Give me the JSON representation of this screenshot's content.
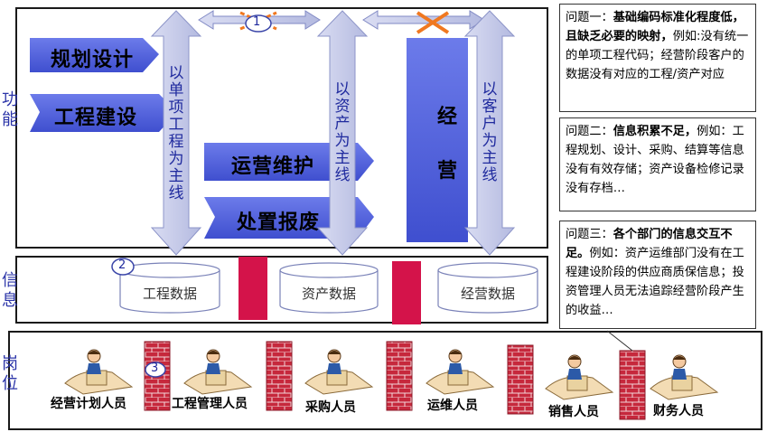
{
  "sections": {
    "function": {
      "label": "功能"
    },
    "info": {
      "label": "信息"
    },
    "post": {
      "label": "岗位"
    }
  },
  "function_bars": {
    "plan": "规划设计",
    "build": "工程建设",
    "ops": "运营维护",
    "dispose": "处置报废",
    "business": "经营"
  },
  "axes": {
    "project": "以单项工程为主线",
    "asset": "以资产为主线",
    "customer": "以客户为主线"
  },
  "markers": {
    "one": "1",
    "two": "2",
    "three": "3"
  },
  "databases": [
    "工程数据",
    "资产数据",
    "经营数据"
  ],
  "people": [
    "经营计划人员",
    "工程管理人员",
    "采购人员",
    "运维人员",
    "销售人员",
    "财务人员"
  ],
  "issues": [
    {
      "title": "问题一：",
      "bold": "基础编码标准化程度低，且缺乏必要的映射，",
      "body": "例如:没有统一的单项工程代码；经营阶段客户的数据没有对应的工程/资产对应"
    },
    {
      "title": "问题二：",
      "bold": "信息积累不足，",
      "body": "例如：工程规划、设计、采购、结算等信息没有有效存储；资产设备检修记录没有存档…"
    },
    {
      "title": "问题三：",
      "bold": "各个部门的信息交互不足。",
      "body": "例如：资产运维部门没有在工程建设阶段的供应商质保信息；投资管理人员无法追踪经营阶段产生的收益…"
    }
  ],
  "colors": {
    "bar_blue": "#4f5fd8",
    "arrow_lavender": "#c6cbe8",
    "wall_red": "#d4134a",
    "label_blue": "#2b34a8",
    "cross_orange": "#f07820"
  }
}
